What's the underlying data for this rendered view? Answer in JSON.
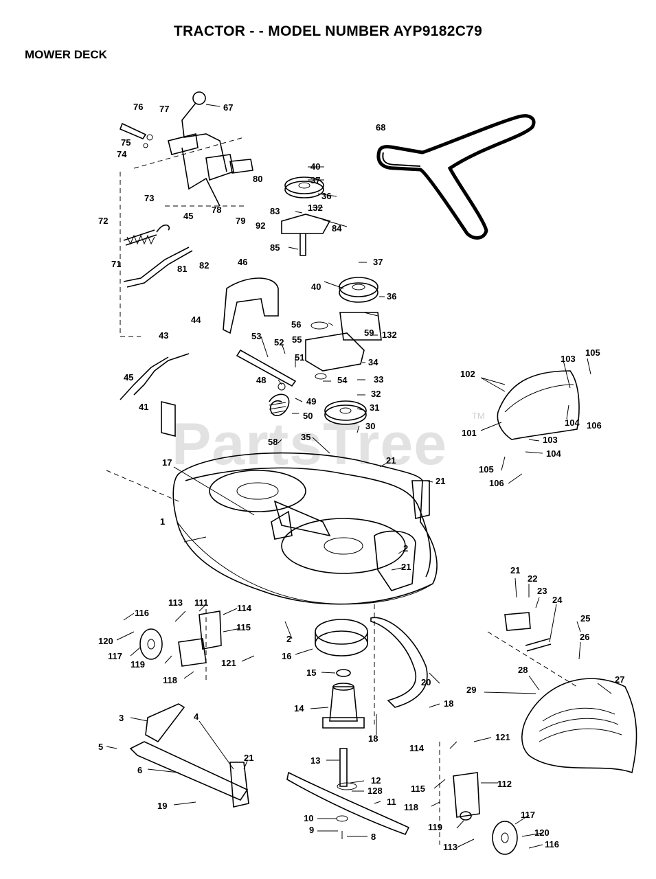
{
  "header": {
    "title": "TRACTOR - - MODEL NUMBER AYP9182C79",
    "subtitle": "MOWER DECK"
  },
  "watermark": {
    "text": "PartsTree",
    "trademark": "TM"
  },
  "callouts": [
    "76",
    "67",
    "77",
    "75",
    "74",
    "73",
    "80",
    "78",
    "79",
    "92",
    "45",
    "72",
    "81",
    "82",
    "71",
    "40",
    "37",
    "36",
    "83",
    "132",
    "84",
    "85",
    "68",
    "46",
    "44",
    "43",
    "45",
    "41",
    "37",
    "40",
    "36",
    "56",
    "132",
    "55",
    "59",
    "53",
    "52",
    "51",
    "34",
    "48",
    "54",
    "33",
    "49",
    "32",
    "50",
    "31",
    "58",
    "35",
    "30",
    "17",
    "21",
    "21",
    "1",
    "2",
    "21",
    "102",
    "103",
    "105",
    "101",
    "104",
    "106",
    "103",
    "104",
    "105",
    "106",
    "116",
    "113",
    "111",
    "114",
    "115",
    "120",
    "117",
    "119",
    "121",
    "118",
    "2",
    "16",
    "15",
    "14",
    "3",
    "4",
    "5",
    "6",
    "21",
    "19",
    "20",
    "18",
    "18",
    "13",
    "12",
    "128",
    "11",
    "10",
    "9",
    "8",
    "21",
    "22",
    "23",
    "24",
    "25",
    "26",
    "27",
    "28",
    "29",
    "114",
    "121",
    "115",
    "112",
    "118",
    "119",
    "113",
    "117",
    "120",
    "116"
  ]
}
